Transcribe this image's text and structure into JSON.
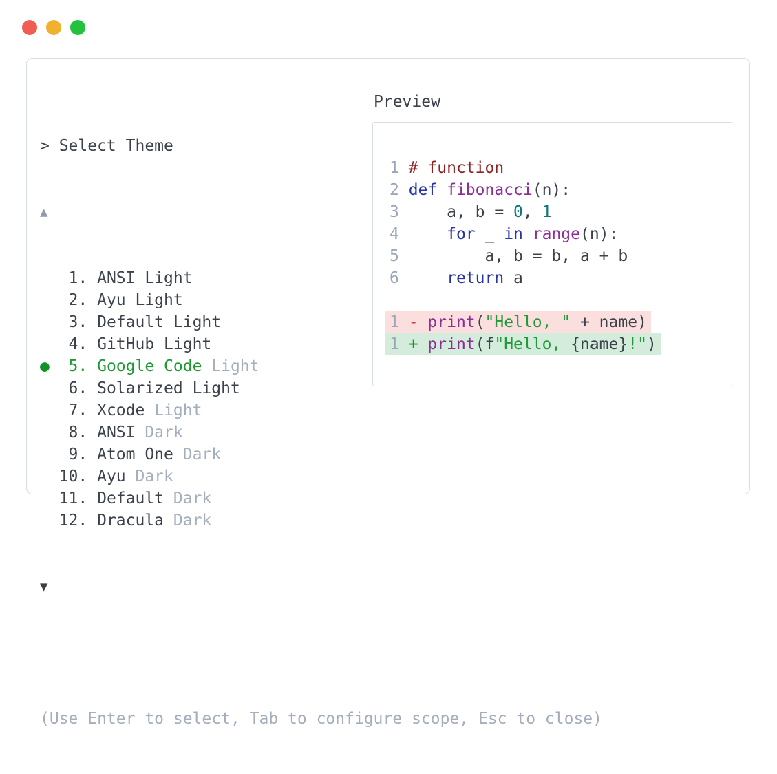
{
  "colors": {
    "dark_text": "#3c424b",
    "muted_text": "#a4aebd",
    "selected_green": "#1c9a2f",
    "bullet_green": "#119427",
    "arrow_up": "#8f9aac",
    "arrow_down": "#3a3f46",
    "border": "#d8dce3",
    "traffic_red": "#f15c53",
    "traffic_yellow": "#f2b12d",
    "traffic_green": "#23c23e",
    "comment": "#8e2121",
    "keyword": "#2834a3",
    "func": "#8d2d96",
    "string": "#229a38",
    "number": "#0c7878",
    "lineno": "#9aa6b8",
    "minus": "#cf3a3a",
    "plus": "#1f9333",
    "removed_bg": "#fbdede",
    "added_bg": "#d4ecdb"
  },
  "window": {
    "traffic_lights": [
      "close",
      "minimize",
      "zoom"
    ]
  },
  "theme_picker": {
    "prompt": "> Select Theme",
    "scroll_up_icon": "▲",
    "scroll_down_icon": "▼",
    "items": [
      {
        "number": "1",
        "name": "ANSI Light",
        "suffix": "",
        "selected": false
      },
      {
        "number": "2",
        "name": "Ayu Light",
        "suffix": "",
        "selected": false
      },
      {
        "number": "3",
        "name": "Default Light",
        "suffix": "",
        "selected": false
      },
      {
        "number": "4",
        "name": "GitHub Light",
        "suffix": "",
        "selected": false
      },
      {
        "number": "5",
        "name": "Google Code",
        "suffix": "Light",
        "selected": true
      },
      {
        "number": "6",
        "name": "Solarized Light",
        "suffix": "",
        "selected": false
      },
      {
        "number": "7",
        "name": "Xcode",
        "suffix": "Light",
        "selected": false
      },
      {
        "number": "8",
        "name": "ANSI",
        "suffix": "Dark",
        "selected": false
      },
      {
        "number": "9",
        "name": "Atom One",
        "suffix": "Dark",
        "selected": false
      },
      {
        "number": "10",
        "name": "Ayu",
        "suffix": "Dark",
        "selected": false
      },
      {
        "number": "11",
        "name": "Default",
        "suffix": "Dark",
        "selected": false
      },
      {
        "number": "12",
        "name": "Dracula",
        "suffix": "Dark",
        "selected": false
      }
    ],
    "footer_hint": "(Use Enter to select, Tab to configure scope, Esc to close)"
  },
  "preview": {
    "label": "Preview",
    "code_lines": [
      {
        "num": "1",
        "tokens": [
          {
            "c": "comment",
            "t": "# function"
          }
        ]
      },
      {
        "num": "2",
        "tokens": [
          {
            "c": "keyword",
            "t": "def"
          },
          {
            "c": "plain",
            "t": " "
          },
          {
            "c": "func",
            "t": "fibonacci"
          },
          {
            "c": "plain",
            "t": "(n):"
          }
        ]
      },
      {
        "num": "3",
        "tokens": [
          {
            "c": "plain",
            "t": "    a, b = "
          },
          {
            "c": "number",
            "t": "0"
          },
          {
            "c": "plain",
            "t": ", "
          },
          {
            "c": "number",
            "t": "1"
          }
        ]
      },
      {
        "num": "4",
        "tokens": [
          {
            "c": "plain",
            "t": "    "
          },
          {
            "c": "keyword",
            "t": "for"
          },
          {
            "c": "plain",
            "t": " _ "
          },
          {
            "c": "keyword",
            "t": "in"
          },
          {
            "c": "plain",
            "t": " "
          },
          {
            "c": "func",
            "t": "range"
          },
          {
            "c": "plain",
            "t": "(n):"
          }
        ]
      },
      {
        "num": "5",
        "tokens": [
          {
            "c": "plain",
            "t": "        a, b = b, a + b"
          }
        ]
      },
      {
        "num": "6",
        "tokens": [
          {
            "c": "plain",
            "t": "    "
          },
          {
            "c": "keyword",
            "t": "return"
          },
          {
            "c": "plain",
            "t": " a"
          }
        ]
      },
      {
        "num": "",
        "tokens": []
      },
      {
        "num": "1",
        "diff": "removed",
        "tokens": [
          {
            "c": "minus",
            "t": "- "
          },
          {
            "c": "func",
            "t": "print"
          },
          {
            "c": "plain",
            "t": "("
          },
          {
            "c": "string",
            "t": "\"Hello, \""
          },
          {
            "c": "plain",
            "t": " + name)"
          }
        ]
      },
      {
        "num": "1",
        "diff": "added",
        "tokens": [
          {
            "c": "plus",
            "t": "+ "
          },
          {
            "c": "func",
            "t": "print"
          },
          {
            "c": "plain",
            "t": "(f"
          },
          {
            "c": "string",
            "t": "\"Hello, "
          },
          {
            "c": "plain",
            "t": "{name}"
          },
          {
            "c": "string",
            "t": "!\""
          },
          {
            "c": "plain",
            "t": ")"
          }
        ]
      }
    ]
  }
}
